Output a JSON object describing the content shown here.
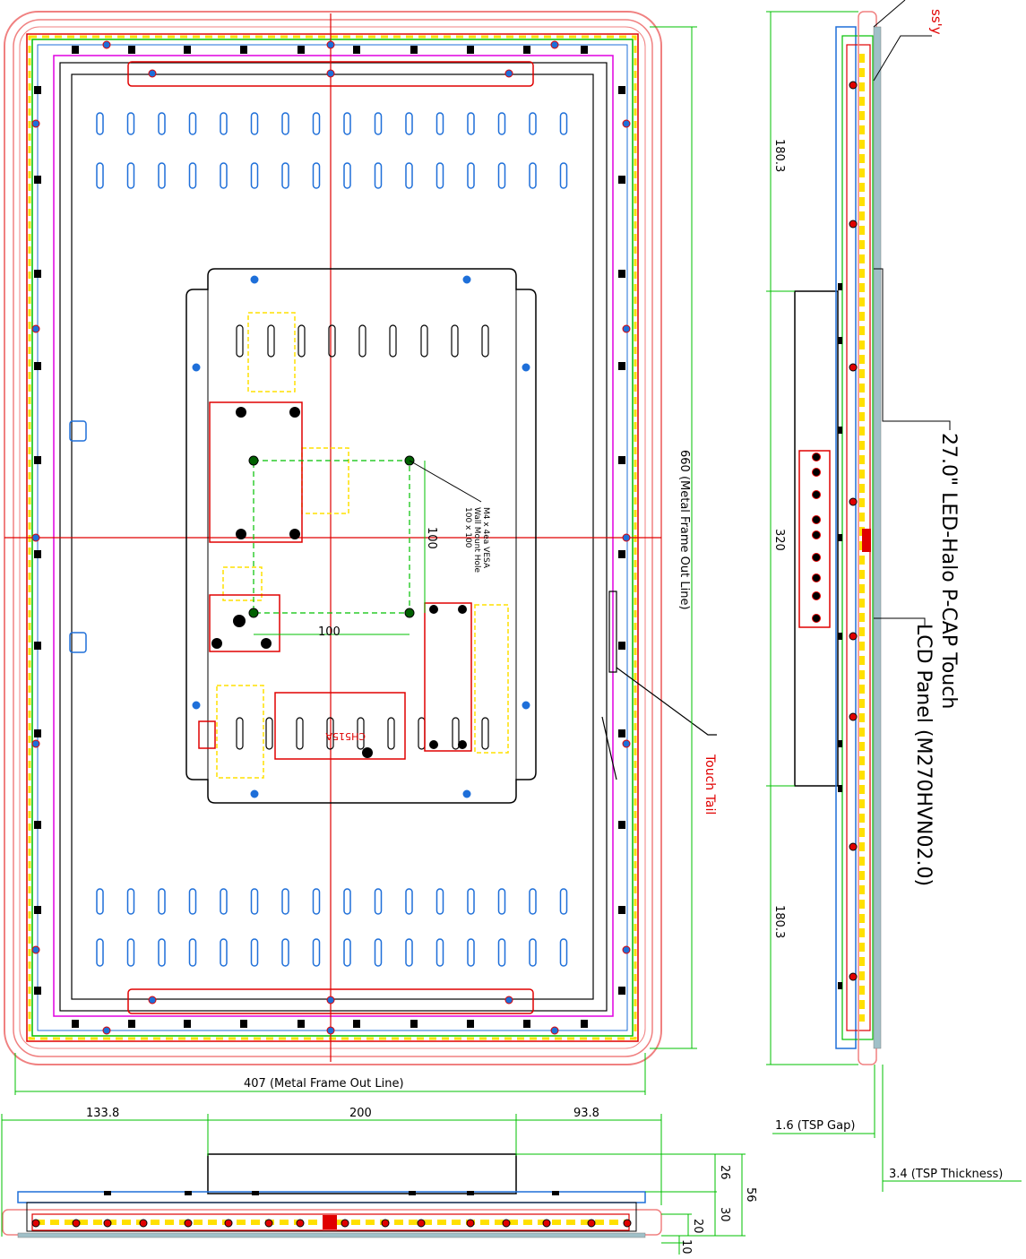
{
  "labels": {
    "frame_width": "407 (Metal Frame Out Line)",
    "frame_height": "660 (Metal Frame Out Line)",
    "top_section": "180.3",
    "mid_section": "320",
    "bottom_section": "180.3",
    "left_offset": "133.8",
    "center_width": "200",
    "right_offset": "93.8",
    "dim_26": "26",
    "dim_56": "56",
    "dim_30": "30",
    "dim_20": "20",
    "dim_10": "10",
    "tsp_gap": "1.6 (TSP Gap)",
    "tsp_thickness": "3.4 (TSP Thickness)",
    "vesa_h": "100",
    "vesa_v": "100",
    "vesa_note_1": "M4 x 4ea VESA",
    "vesa_note_2": "Wall Mount Hole",
    "vesa_note_3": "100 x 100",
    "touch_tail": "Touch Tail",
    "touch_title": "27.0\"  LED-Halo P-CAP Touch",
    "lcd_panel": "LCD Panel (M270HVN02.0)",
    "assy_fragment": "ss'y",
    "board_label": "CH515A"
  },
  "colors": {
    "frame_pink": "#f08080",
    "red": "#e00000",
    "green": "#00c000",
    "yellow": "#ffe000",
    "blue": "#1e6fd9",
    "magenta": "#e000e0",
    "black": "#000000"
  }
}
